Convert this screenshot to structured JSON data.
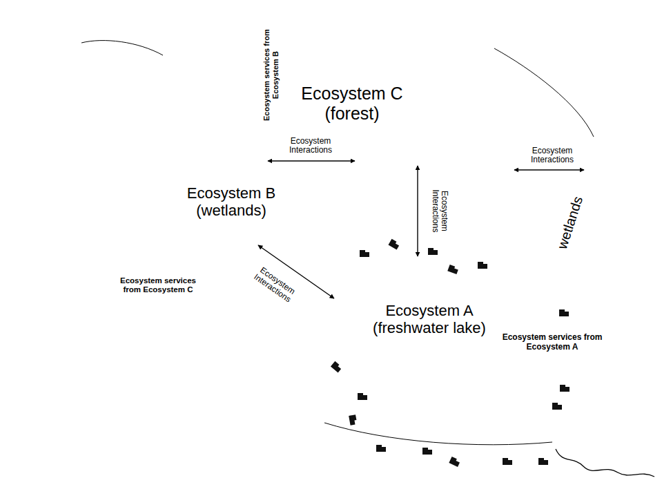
{
  "diagram": {
    "nodes": [
      {
        "text": [
          "Ecosystem C (forest)"
        ]
      },
      {
        "text": [
          "Ecosystem services from Ecosystem B"
        ]
      },
      {
        "text": [
          "Ecosystem B (wetlands)"
        ],
        "in": 0
      },
      {
        "text": [
          "wetlands"
        ],
        "in": 0
      },
      {
        "text": [
          "Ecosystem A (freshwater lake)"
        ],
        "in": 0
      },
      {
        "text": [
          "Ecosystem services from Ecosystem C"
        ]
      },
      {
        "text": [
          "Ecosystem services from Ecosystem A"
        ]
      }
    ],
    "edges": [
      {
        "from": 2,
        "to": 0,
        "arrow": "both",
        "label": "Ecosystem Interactions"
      },
      {
        "from": 0,
        "to": 4,
        "arrow": "both",
        "label": "Ecosystem Interactions"
      },
      {
        "from": 0,
        "to": 3,
        "arrow": "both",
        "label": "Ecosystem Interactions"
      },
      {
        "from": 2,
        "to": 4,
        "arrow": "both",
        "label": "Ecosystem Interactions"
      }
    ]
  }
}
